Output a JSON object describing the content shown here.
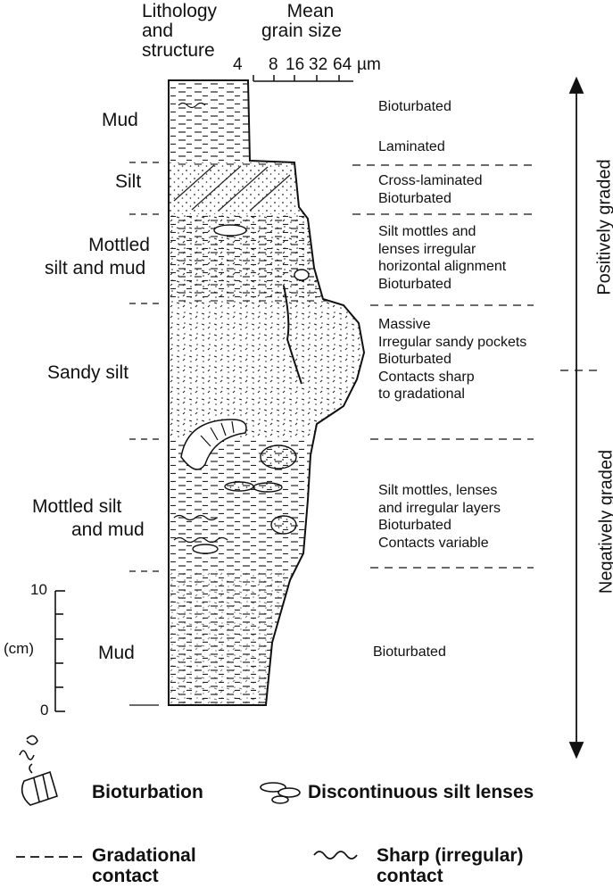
{
  "header": {
    "lithology_lines": [
      "Lithology",
      "and",
      "structure"
    ],
    "grain_lines": [
      "Mean",
      "grain size"
    ],
    "grain_ticks": [
      "4",
      "8",
      "16",
      "32",
      "64"
    ],
    "grain_unit": "µm"
  },
  "units": [
    {
      "lithology": [
        "Mud"
      ],
      "description": [
        "Bioturbated"
      ]
    },
    {
      "lithology": [],
      "description": [
        "Laminated"
      ]
    },
    {
      "lithology": [
        "Silt"
      ],
      "description": [
        "Cross-laminated",
        "Bioturbated"
      ]
    },
    {
      "lithology": [
        "Mottled",
        "silt and mud"
      ],
      "description": [
        "Silt mottles and",
        "lenses irregular",
        "horizontal alignment",
        "Bioturbated"
      ]
    },
    {
      "lithology": [
        "Sandy silt"
      ],
      "description": [
        "Massive",
        "Irregular sandy pockets",
        "Bioturbated",
        "Contacts sharp",
        "to gradational"
      ]
    },
    {
      "lithology": [
        "Mottled silt",
        "and mud"
      ],
      "description": [
        "Silt mottles, lenses",
        "and irregular layers",
        "Bioturbated",
        "Contacts variable"
      ]
    },
    {
      "lithology": [
        "Mud"
      ],
      "description": [
        "Bioturbated"
      ]
    }
  ],
  "grading": {
    "upper": "Positively graded",
    "lower": "Negatively graded"
  },
  "scale": {
    "top": "10",
    "bottom": "0",
    "unit": "(cm)"
  },
  "legend": {
    "bioturbation": "Bioturbation",
    "silt_lenses": "Discontinuous silt lenses",
    "gradational": [
      "Gradational",
      "contact"
    ],
    "sharp": [
      "Sharp (irregular)",
      "contact"
    ]
  }
}
